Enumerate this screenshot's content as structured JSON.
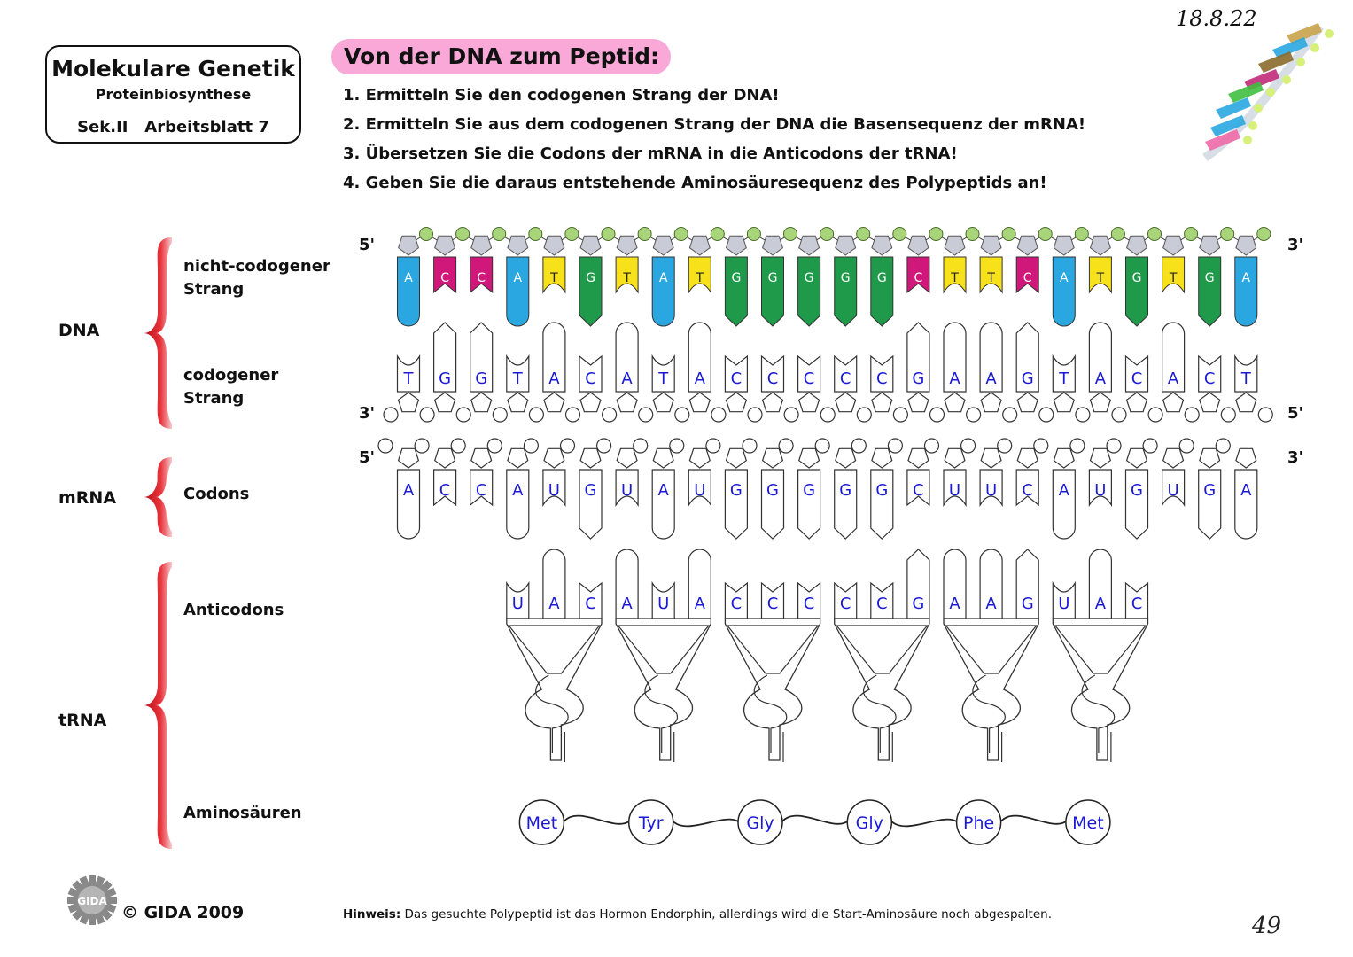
{
  "header": {
    "title": "Molekulare Genetik",
    "subtitle": "Proteinbiosynthese",
    "sheet": "Sek.II   Arbeitsblatt 7"
  },
  "section_title": "Von der DNA zum Peptid:",
  "tasks": [
    "1. Ermitteln Sie den codogenen Strang der DNA!",
    "2. Ermitteln Sie aus dem codogenen Strang der DNA die Basensequenz der mRNA!",
    "3. Übersetzen Sie die Codons der mRNA in die Anticodons der tRNA!",
    "4. Geben Sie die daraus entstehende Aminosäuresequenz des Polypeptids an!"
  ],
  "labels": {
    "dna": "DNA",
    "mrna": "mRNA",
    "trna": "tRNA",
    "non_codogenic": "nicht-codogener Strang",
    "codogenic": "codogener Strang",
    "codons": "Codons",
    "anticodons": "Anticodons",
    "amino_acids": "Aminosäuren"
  },
  "ends": {
    "top_left": "5'",
    "top_right": "3'",
    "codo_left": "3'",
    "codo_right": "5'",
    "mrna_left": "5'",
    "mrna_right": "3'"
  },
  "dna_non_codogenic": [
    "A",
    "C",
    "C",
    "A",
    "T",
    "G",
    "T",
    "A",
    "T",
    "G",
    "G",
    "G",
    "G",
    "G",
    "C",
    "T",
    "T",
    "C",
    "A",
    "T",
    "G",
    "T",
    "G",
    "A"
  ],
  "dna_codogenic": [
    "T",
    "G",
    "G",
    "T",
    "A",
    "C",
    "A",
    "T",
    "A",
    "C",
    "C",
    "C",
    "C",
    "C",
    "G",
    "A",
    "A",
    "G",
    "T",
    "A",
    "C",
    "A",
    "C",
    "T"
  ],
  "mrna_codons": [
    "A",
    "C",
    "C",
    "A",
    "U",
    "G",
    "U",
    "A",
    "U",
    "G",
    "G",
    "G",
    "G",
    "G",
    "C",
    "U",
    "U",
    "C",
    "A",
    "U",
    "G",
    "U",
    "G",
    "A"
  ],
  "trna_anticodons": [
    [
      "U",
      "A",
      "C"
    ],
    [
      "A",
      "U",
      "A"
    ],
    [
      "C",
      "C",
      "C"
    ],
    [
      "C",
      "C",
      "G"
    ],
    [
      "A",
      "A",
      "G"
    ],
    [
      "U",
      "A",
      "C"
    ]
  ],
  "amino_acids": [
    "Met",
    "Tyr",
    "Gly",
    "Gly",
    "Phe",
    "Met"
  ],
  "base_colors": {
    "A": "#2aa7e0",
    "C": "#d0177a",
    "G": "#1e9a4a",
    "T": "#f7e11a"
  },
  "footer": {
    "copyright": "© GIDA 2009",
    "logo_text": "GIDA",
    "hint_label": "Hinweis:",
    "hint_text": " Das gesuchte Polypeptid ist das Hormon Endorphin, allerdings wird die Start-Aminosäure noch abgespalten."
  },
  "handwritten": {
    "date": "18.8.22",
    "page": "49"
  }
}
